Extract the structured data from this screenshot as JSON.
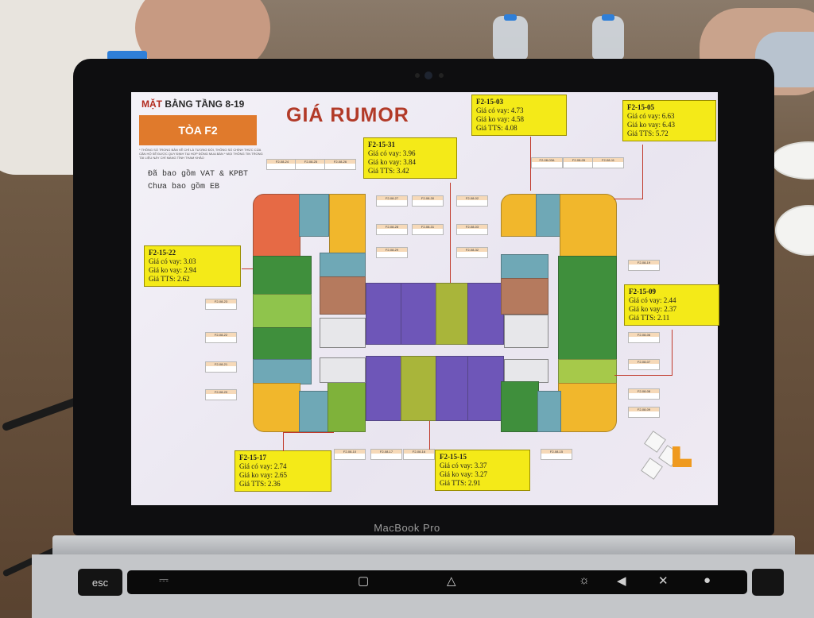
{
  "device": {
    "brand": "MacBook Pro"
  },
  "keyboard": {
    "esc": "esc"
  },
  "slide": {
    "header_prefix": "MẶT ",
    "header_rest": "BẰNG TẦNG 8-19",
    "tower": "TÒA F2",
    "title": "GIÁ RUMOR",
    "includes": "Đã bao gồm VAT & KPBT",
    "excludes": "Chưa bao gồm EB",
    "notes": "* THÔNG SỐ TRONG BẢN VẼ CHỈ LÀ TƯƠNG ĐỐI, THÔNG SỐ CHÍNH THỨC CỦA CĂN HỘ SẼ ĐƯỢC QUY ĐỊNH TẠI HỢP ĐỒNG MUA BÁN\n* MỌI THÔNG TIN TRONG TÀI LIỆU NÀY CHỈ MANG TÍNH THAM KHẢO",
    "colors": {
      "title": "#b23a28",
      "tower_bg": "#e07a2c",
      "price_bg": "#f4ea18",
      "connector": "#c0392b"
    }
  },
  "prices": [
    {
      "code": "F2-15-03",
      "co_vay": "Giá có vay: 4.73",
      "ko_vay": "Giá ko vay: 4.58",
      "tts": "Giá TTS: 4.08"
    },
    {
      "code": "F2-15-05",
      "co_vay": "Giá có vay: 6.63",
      "ko_vay": "Giá ko vay: 6.43",
      "tts": "Giá TTS: 5.72"
    },
    {
      "code": "F2-15-31",
      "co_vay": "Giá có vay: 3.96",
      "ko_vay": "Giá ko vay: 3.84",
      "tts": "Giá TTS: 3.42"
    },
    {
      "code": "F2-15-22",
      "co_vay": "Giá có vay: 3.03",
      "ko_vay": "Giá ko vay: 2.94",
      "tts": "Giá TTS: 2.62"
    },
    {
      "code": "F2-15-09",
      "co_vay": "Giá có vay: 2.44",
      "ko_vay": "Giá ko vay: 2.37",
      "tts": "Giá TTS: 2.11"
    },
    {
      "code": "F2-15-17",
      "co_vay": "Giá có vay: 2.74",
      "ko_vay": "Giá ko vay: 2.65",
      "tts": "Giá TTS: 2.36"
    },
    {
      "code": "F2-15-15",
      "co_vay": "Giá có vay: 3.37",
      "ko_vay": "Giá ko vay: 3.27",
      "tts": "Giá TTS: 2.91"
    }
  ],
  "unit_labels": [
    "F2-08-24",
    "F2-08-25",
    "F2-08-26",
    "F2-08-27",
    "F2-08-30",
    "F2-08-02",
    "F2-08-28",
    "F2-08-31",
    "F2-08-03",
    "F2-08-29",
    "F2-08-32",
    "F2-08-03A",
    "F2-08-05",
    "F2-08-23",
    "F2-08-22",
    "F2-08-21",
    "F2-08-20",
    "F2-08-19",
    "F2-08-06",
    "F2-08-07",
    "F2-08-08",
    "F2-08-09",
    "F2-08-10",
    "F2-08-17",
    "F2-08-16",
    "F2-08-15",
    "F2-08-11"
  ]
}
